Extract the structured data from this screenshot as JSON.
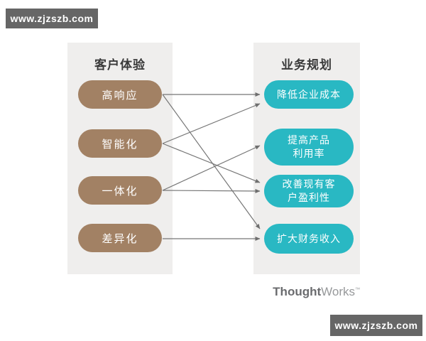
{
  "watermark": {
    "url": "www.zjzszb.com"
  },
  "diagram": {
    "left_column": {
      "title": "客户体验",
      "items": [
        {
          "label": "高响应"
        },
        {
          "label": "智能化"
        },
        {
          "label": "一体化"
        },
        {
          "label": "差异化"
        }
      ]
    },
    "right_column": {
      "title": "业务规划",
      "items": [
        {
          "label": "降低企业成本",
          "lines": [
            "降低企业成本"
          ]
        },
        {
          "label": "提高产品利用率",
          "lines": [
            "提高产品",
            "利用率"
          ]
        },
        {
          "label": "改善现有客户盈利性",
          "lines": [
            "改善现有客",
            "户盈利性"
          ]
        },
        {
          "label": "扩大财务收入",
          "lines": [
            "扩大财务收入"
          ]
        }
      ]
    },
    "connections": [
      {
        "from": "高响应",
        "to": "降低企业成本"
      },
      {
        "from": "高响应",
        "to": "扩大财务收入"
      },
      {
        "from": "智能化",
        "to": "降低企业成本"
      },
      {
        "from": "智能化",
        "to": "改善现有客户盈利性"
      },
      {
        "from": "一体化",
        "to": "提高产品利用率"
      },
      {
        "from": "一体化",
        "to": "改善现有客户盈利性"
      },
      {
        "from": "差异化",
        "to": "扩大财务收入"
      }
    ],
    "colors": {
      "left_pill": "#a28164",
      "right_pill": "#29b8c3",
      "panel": "#efeeed",
      "arrow": "#767676",
      "watermark_bg": "#666666"
    }
  },
  "logo": {
    "bold": "Thought",
    "regular": "Works",
    "mark": "™"
  }
}
